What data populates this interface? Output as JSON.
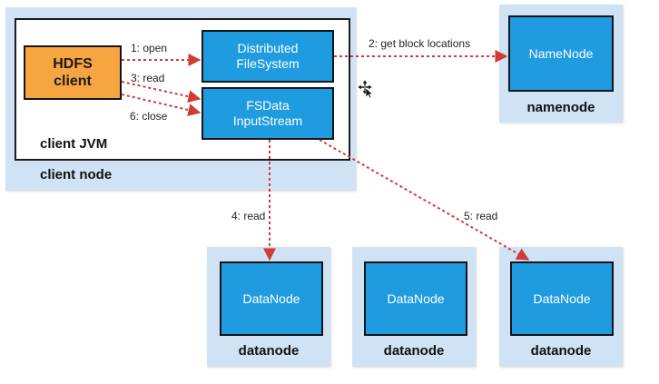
{
  "client_node": {
    "caption": "client node",
    "jvm_caption": "client JVM",
    "hdfs_client": [
      "HDFS",
      "client"
    ],
    "distributed_fs": [
      "Distributed",
      "FileSystem"
    ],
    "fsdata": [
      "FSData",
      "InputStream"
    ]
  },
  "namenode": {
    "box": "NameNode",
    "caption": "namenode"
  },
  "datanodes": [
    {
      "box": "DataNode",
      "caption": "datanode"
    },
    {
      "box": "DataNode",
      "caption": "datanode"
    },
    {
      "box": "DataNode",
      "caption": "datanode"
    }
  ],
  "edges": {
    "open": "1: open",
    "get_block_locations": "2: get block locations",
    "read": "3: read",
    "read_datanode_1": "4: read",
    "read_datanode_3": "5: read",
    "close": "6: close"
  },
  "colors": {
    "panel": "#cfe3f5",
    "component": "#1f9be0",
    "client": "#f7a540",
    "arrow": "#d23a34"
  },
  "icons": {
    "cursor": "move-cursor-icon"
  }
}
